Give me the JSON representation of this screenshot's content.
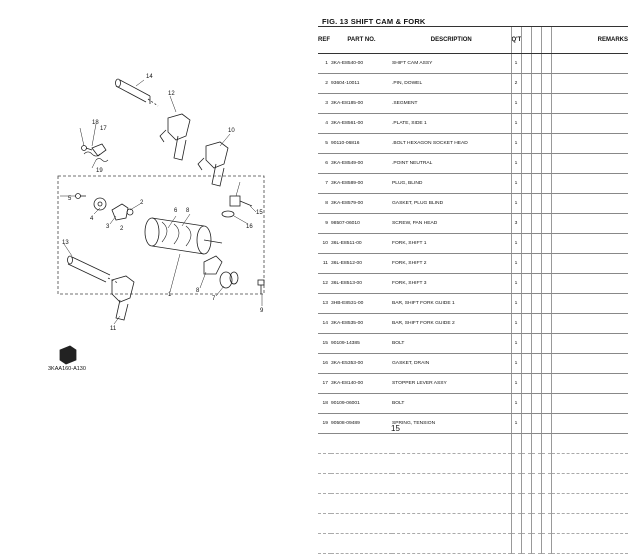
{
  "figure": {
    "title": "FIG.   13   SHIFT CAM & FORK",
    "diagram_code": "3KAA160-A130",
    "callouts": [
      "1",
      "2",
      "3",
      "4",
      "5",
      "6",
      "7",
      "8",
      "9",
      "10",
      "11",
      "12",
      "13",
      "14",
      "15",
      "16",
      "17",
      "18",
      "19"
    ]
  },
  "table": {
    "headers": {
      "ref": "REF NO.",
      "part_no": "PART NO.",
      "description": "DESCRIPTION",
      "qty": "Q'TY",
      "remarks": "REMARKS"
    },
    "rows": [
      {
        "ref": "1",
        "part_no": "3KA-E8540-00",
        "description": "SHIFT CAM ASSY",
        "qty": "1"
      },
      {
        "ref": "2",
        "part_no": "93604-10011",
        "description": ".PIN, DOWEL",
        "qty": "2"
      },
      {
        "ref": "3",
        "part_no": "3KA-E8185-00",
        "description": ".SEGMENT",
        "qty": "1"
      },
      {
        "ref": "4",
        "part_no": "3KA-E8561-00",
        "description": ".PLATE, SIDE 1",
        "qty": "1"
      },
      {
        "ref": "5",
        "part_no": "90110-06816",
        "description": ".BOLT HEXAGON SOCKET HEAD",
        "qty": "1"
      },
      {
        "ref": "6",
        "part_no": "3KA-E8549-00",
        "description": ".POINT NEUTRAL",
        "qty": "1"
      },
      {
        "ref": "7",
        "part_no": "3KA-E8589-00",
        "description": "PLUG, BLIND",
        "qty": "1"
      },
      {
        "ref": "8",
        "part_no": "3KA-E8579-00",
        "description": "GASKET, PLUG BLIND",
        "qty": "1"
      },
      {
        "ref": "9",
        "part_no": "98507-06010",
        "description": "SCREW, PAN HEAD",
        "qty": "3"
      },
      {
        "ref": "10",
        "part_no": "36L-E8511-00",
        "description": "FORK, SHIFT 1",
        "qty": "1"
      },
      {
        "ref": "11",
        "part_no": "36L-E8512-00",
        "description": "FORK, SHIFT 2",
        "qty": "1"
      },
      {
        "ref": "12",
        "part_no": "36L-E8513-00",
        "description": "FORK, SHIFT 3",
        "qty": "1"
      },
      {
        "ref": "13",
        "part_no": "3HB-E8531-00",
        "description": "BAR, SHIFT FORK GUIDE 1",
        "qty": "1"
      },
      {
        "ref": "14",
        "part_no": "3KA-E8535-00",
        "description": "BAR, SHIFT FORK GUIDE 2",
        "qty": "1"
      },
      {
        "ref": "15",
        "part_no": "90109-14385",
        "description": "BOLT",
        "qty": "1"
      },
      {
        "ref": "16",
        "part_no": "3KA-E5353-00",
        "description": "GASKET, DRAIN",
        "qty": "1"
      },
      {
        "ref": "17",
        "part_no": "3KA-E8140-00",
        "description": "STOPPER LEVER ASSY",
        "qty": "1"
      },
      {
        "ref": "18",
        "part_no": "90109-06001",
        "description": "BOLT",
        "qty": "1"
      },
      {
        "ref": "19",
        "part_no": "90508-09489",
        "description": "SPRING, TENSION",
        "qty": "1"
      }
    ],
    "empty_rows": 6
  },
  "page_number": "15"
}
